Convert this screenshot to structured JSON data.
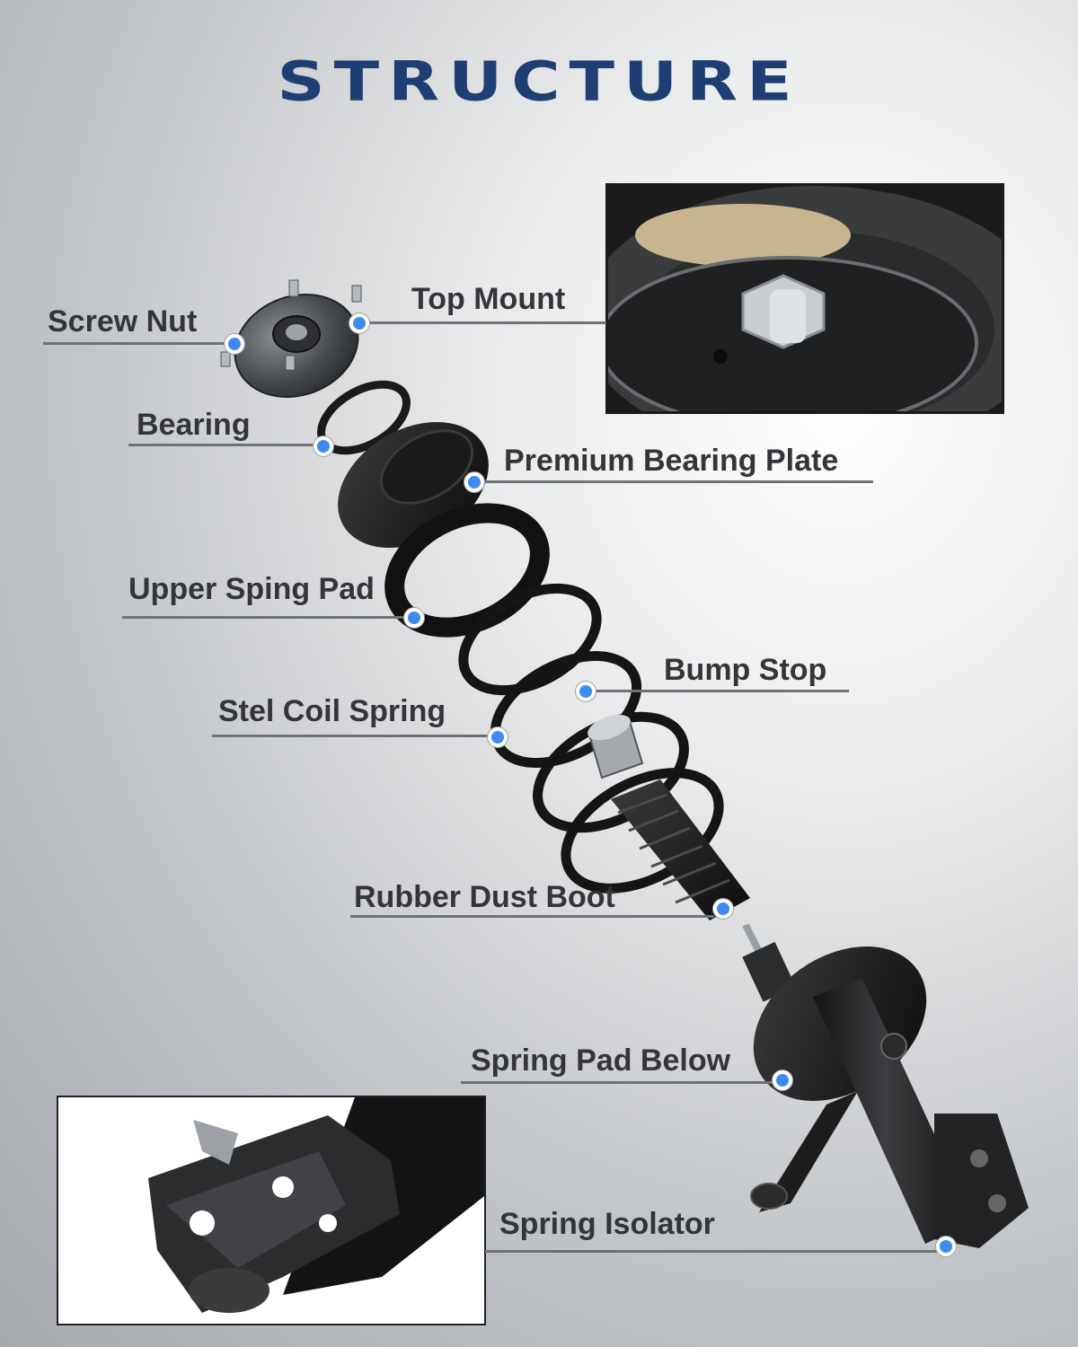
{
  "title": "STRUCTURE",
  "labels": {
    "screw_nut": "Screw Nut",
    "top_mount": "Top Mount",
    "bearing": "Bearing",
    "premium_bearing_plate": "Premium Bearing Plate",
    "upper_spring_pad": "Upper Sping Pad",
    "bump_stop": "Bump Stop",
    "coil_spring": "Stel Coil Spring",
    "dust_boot": "Rubber Dust Boot",
    "spring_pad_below": "Spring Pad Below",
    "spring_isolator": "Spring Isolator"
  },
  "colors": {
    "title": "#1f3f74",
    "marker": "#3d8bf0",
    "label_text": "#333538",
    "leader_line": "#6e7175"
  },
  "insets": {
    "top_right": "top-mount-closeup-photo",
    "bottom_left": "strut-bracket-closeup-photo"
  }
}
